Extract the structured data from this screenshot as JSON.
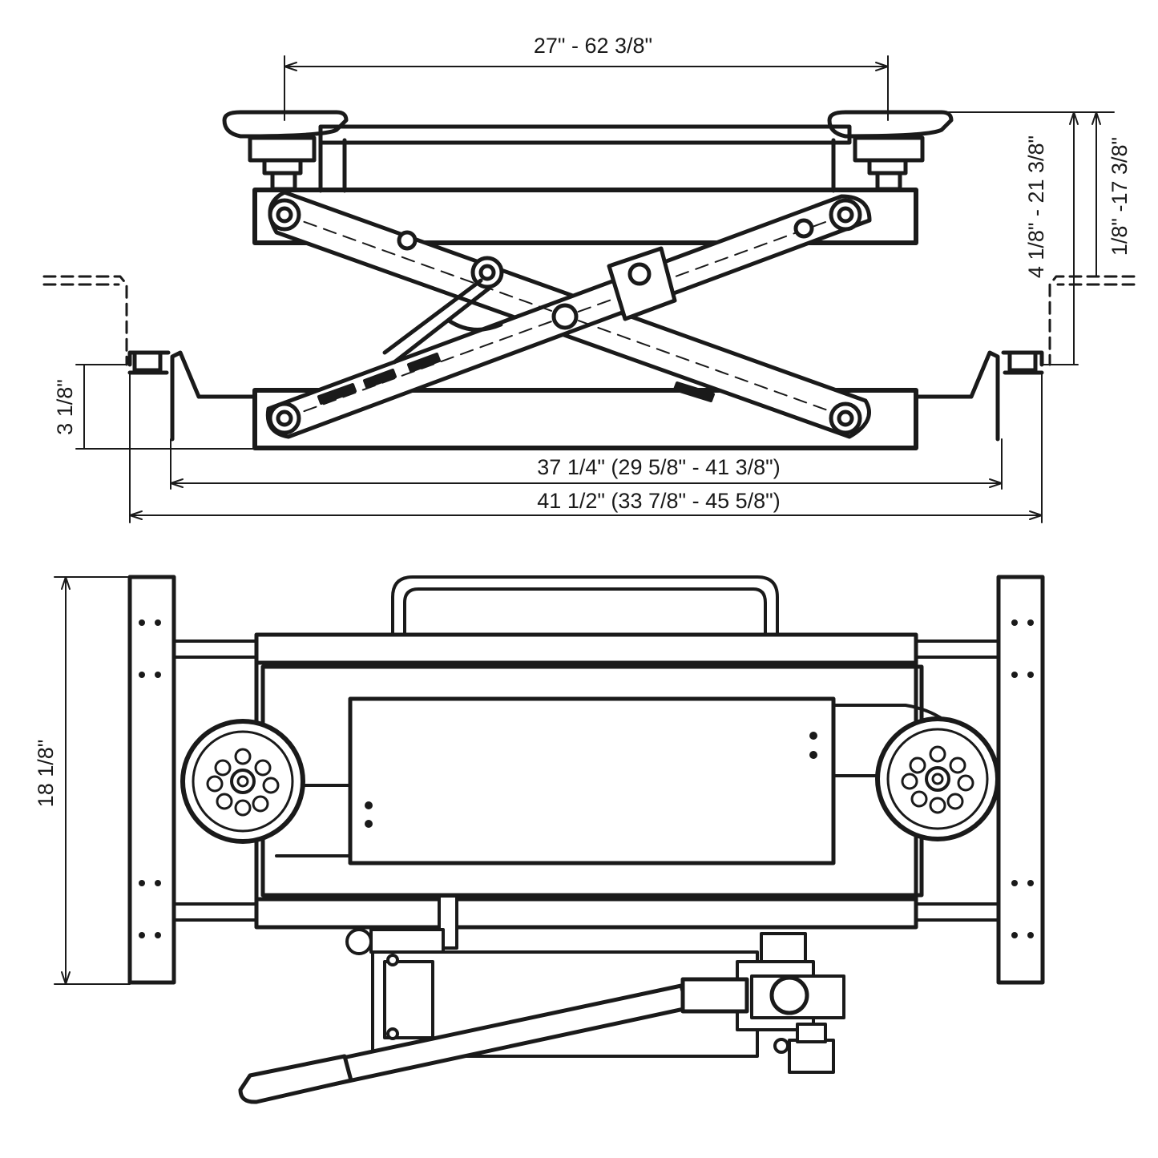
{
  "dimensions": {
    "top_width": "27\" - 62 3/8\"",
    "height_range_outer": "4 1/8\" - 21 3/8\"",
    "height_range_inner": "1/8\" -17 3/8\"",
    "foot_height": "3 1/8\"",
    "base_width": "37 1/4\"  (29 5/8\" - 41 3/8\")",
    "overall_width": "41 1/2\" (33 7/8\" - 45 5/8\")",
    "depth": "18 1/8\""
  },
  "colors": {
    "line": "#1a1a1a",
    "background": "#ffffff"
  }
}
